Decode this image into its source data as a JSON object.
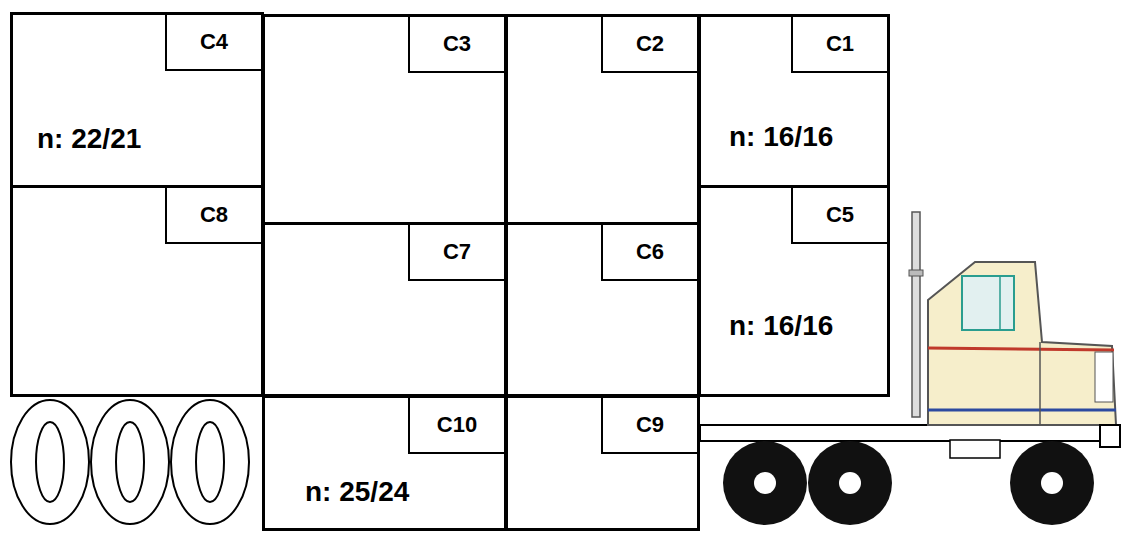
{
  "diagram": {
    "nodes": [
      {
        "text": [
          "C4",
          "n: 22/21"
        ]
      },
      {
        "text": [
          "C3"
        ]
      },
      {
        "text": [
          "C2"
        ]
      },
      {
        "text": [
          "C1",
          "n: 16/16"
        ]
      },
      {
        "text": [
          "C8"
        ]
      },
      {
        "text": [
          "C7"
        ]
      },
      {
        "text": [
          "C6"
        ]
      },
      {
        "text": [
          "C5",
          "n: 16/16"
        ]
      },
      {
        "text": [
          "C10",
          "n: 25/24"
        ]
      },
      {
        "text": [
          "C9"
        ]
      }
    ]
  }
}
